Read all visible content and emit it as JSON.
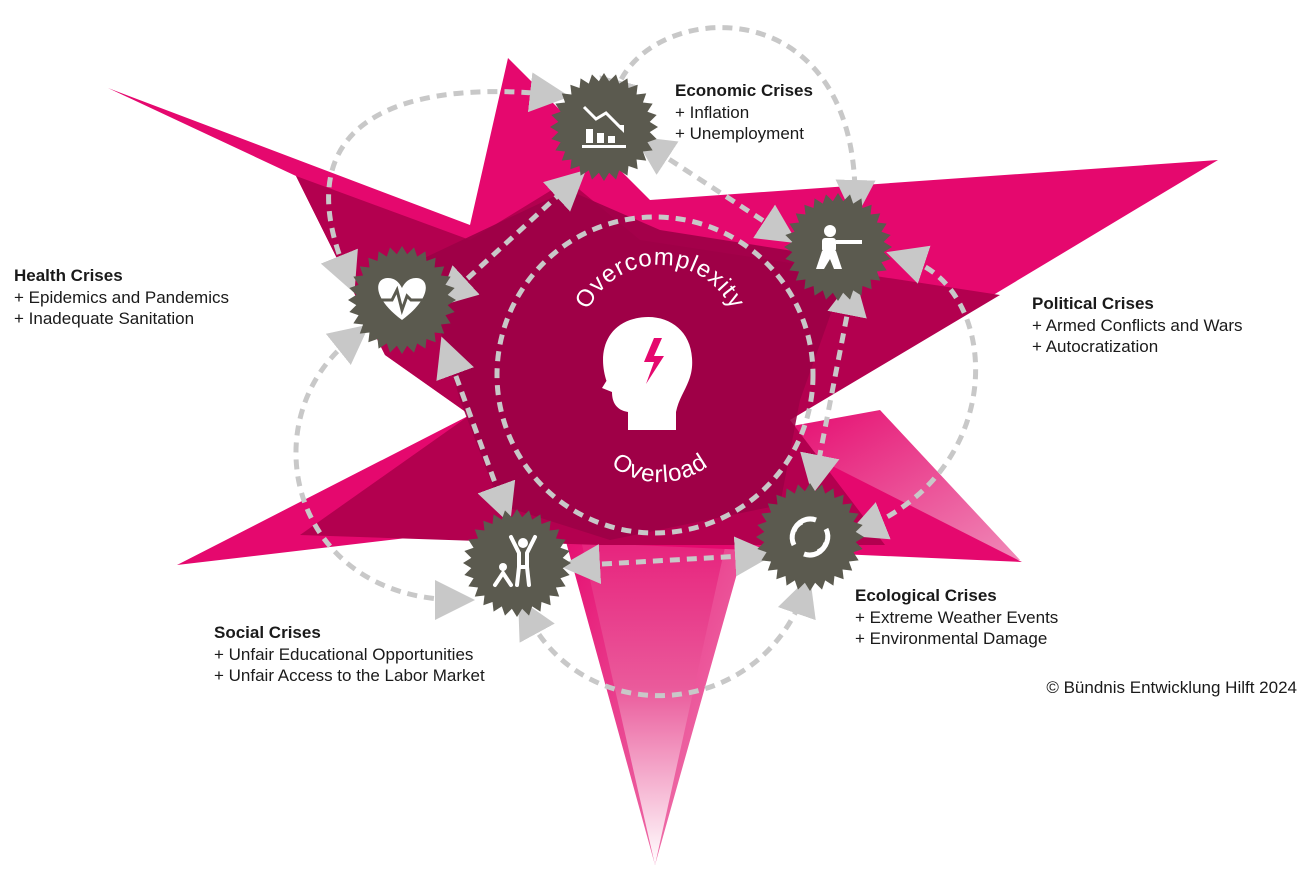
{
  "center": {
    "top_text": "Overcomplexity",
    "bottom_text": "Overload",
    "icon": "head-lightning-icon"
  },
  "crises": {
    "economic": {
      "title": "Economic Crises",
      "items": [
        "+ Inflation",
        "+ Unemployment"
      ],
      "icon": "chart-decline-icon"
    },
    "political": {
      "title": "Political Crises",
      "items": [
        "+ Armed Conflicts and Wars",
        "+ Autocratization"
      ],
      "icon": "soldier-icon"
    },
    "health": {
      "title": "Health Crises",
      "items": [
        "+ Epidemics and Pandemics",
        "+ Inadequate Sanitation"
      ],
      "icon": "heartbeat-icon"
    },
    "social": {
      "title": "Social Crises",
      "items": [
        "+ Unfair Educational Opportunities",
        "+ Unfair Access to the Labor Market"
      ],
      "icon": "people-icon"
    },
    "ecological": {
      "title": "Ecological Crises",
      "items": [
        "+ Extreme Weather Events",
        "+ Environmental Damage"
      ],
      "icon": "cycle-arrows-icon"
    }
  },
  "credit": "© Bündnis Entwicklung Hilft 2024",
  "colors": {
    "magenta": "#e5086e",
    "dark_magenta": "#9c0046",
    "badge": "#5b5a4f",
    "arrow": "#c8c8c8"
  }
}
